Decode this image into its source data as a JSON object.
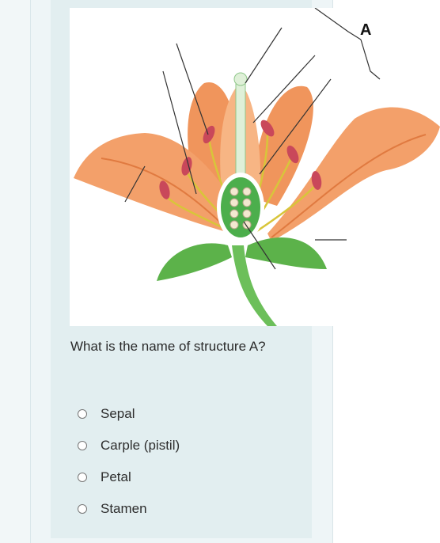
{
  "diagram": {
    "label_a": "A",
    "colors": {
      "petal": "#f3a06a",
      "petal_dark": "#e07a40",
      "sepal": "#5cb24a",
      "anther": "#c9485a",
      "filament": "#d8c53a",
      "ovary": "#4cae4c"
    }
  },
  "question": {
    "text": "What is the name of structure A?"
  },
  "options": [
    {
      "label": "Sepal"
    },
    {
      "label": "Carple (pistil)"
    },
    {
      "label": "Petal"
    },
    {
      "label": "Stamen"
    }
  ]
}
